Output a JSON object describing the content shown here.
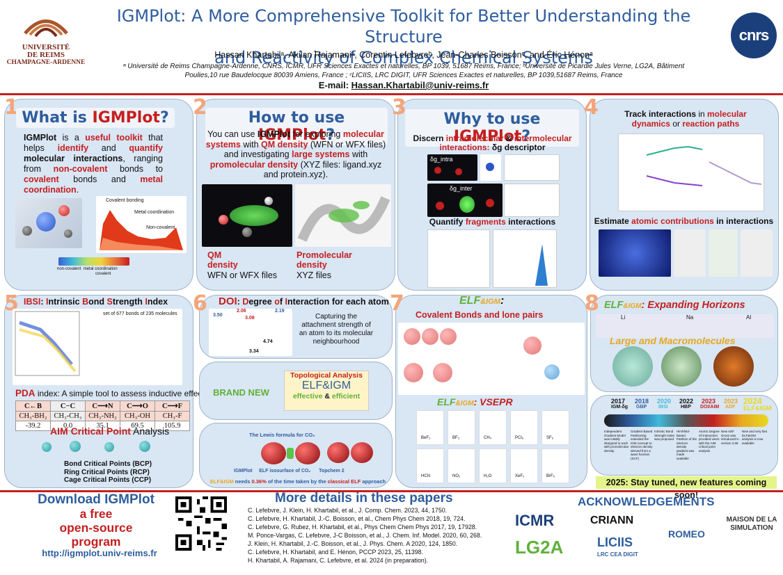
{
  "header": {
    "title_line1": "IGMPlot: A More Comprehensive Toolkit for Better Understanding the Structure",
    "title_line2": "and Reactivity of Complex Chemical Systems",
    "authors": "Hassan Khartabilᵃ, Akilan Rajamaniᵃ, Corentin Lefebvreᵇ, Jean-Charles Boissonᶜ, and Éric Hénonᵃ",
    "affil_line1": "ᵃ Université de Reims Champagne-Ardenne, CNRS, ICMR, UFR Sciences Exactes et naturelles, BP 1039, 51687 Reims, France; ᵇUniversité de Picardie Jules Verne, LG2A, Bâtiment",
    "affil_line2": "Poulies,10 rue Baudelocque 80039 Amiens, France ; ᶜLICIIS, LRC DIGIT, UFR Sciences Exactes et naturelles, BP 1039,51687 Reims, France",
    "email_label": "E-mail: ",
    "email": "Hassan.Khartabil@univ-reims.fr",
    "logo_left_line1": "UNIVERSITÉ",
    "logo_left_line2": "DE REIMS",
    "logo_left_line3": "CHAMPAGNE-ARDENNE",
    "logo_right": "cnrs"
  },
  "panel1": {
    "num": "1",
    "title_a": "What is ",
    "title_b": "IGMPlot",
    "title_c": "?",
    "t1": "IGMPlot",
    "t2": " is a ",
    "t3": "useful toolkit",
    "t4": " that helps ",
    "t5": "identify",
    "t6": " and ",
    "t7": "quantify",
    "t8": "molecular interactions",
    "t9": ", ranging from ",
    "t10": "non-covalent",
    "t11": " bonds to ",
    "t12": "covalent",
    "t13": " bonds and ",
    "t14": "metal coordination",
    "t15": ".",
    "plot_label1": "Covalent bonding",
    "plot_label2": "Metal coordination",
    "plot_label3": "Non-covalent",
    "scale_labels": [
      "non-covalent",
      "metal coordination",
      "covalent"
    ]
  },
  "panel2": {
    "num": "2",
    "title_a": "How to use ",
    "title_b": "IGMPlot",
    "title_c": "?",
    "t1": "You can use ",
    "t2": "IGMPlot",
    "t3": " for exploring ",
    "t4": "molecular systems",
    "t5": " with ",
    "t6": "QM density",
    "t7": " (WFN or WFX files) and investigating ",
    "t8": "large systems",
    "t9": " with ",
    "t10": "promolecular density",
    "t11": " (XYZ files: ligand.xyz and protein.xyz).",
    "qm_label": "QM density",
    "qm_sub": "WFN or WFX files",
    "pro_label": "Promolecular density",
    "pro_sub": "XYZ files"
  },
  "panel3": {
    "num": "3",
    "title_a": "Why to use ",
    "title_b": "IGMPlot",
    "title_c": "?",
    "t1": "Discern ",
    "t2": "intramolecular",
    "t3": " & ",
    "t4": "intermolecular interactions: ",
    "t5": "δg descriptor",
    "dg_intra": "δg_intra",
    "dg_inter": "δg_inter",
    "quantify_a": "Quantify ",
    "quantify_b": "fragments",
    "quantify_c": " interactions"
  },
  "panel4": {
    "num": "4",
    "t1": "Track interactions",
    "t2": " in ",
    "t3": "molecular dynamics",
    "t4": " or ",
    "t5": "reaction paths",
    "t6": "Estimate ",
    "t7": "atomic contributions",
    "t8": " in interactions"
  },
  "panel5": {
    "num": "5",
    "ibsi_a": "IBSI",
    "ibsi_b": ": ",
    "ibsi_c": "I",
    "ibsi_d": "ntrinsic ",
    "ibsi_e": "B",
    "ibsi_f": "ond ",
    "ibsi_g": "S",
    "ibsi_h": "trength ",
    "ibsi_i": "I",
    "ibsi_j": "ndex",
    "ibsi_note": "set of 677 bonds of 235 molecules",
    "pda_a": "PDA",
    "pda_b": " index: A simple tool to assess inductive effects",
    "pda_header": [
      "C←B",
      "C−C",
      "C⟶N",
      "C⟶O",
      "C⟶F"
    ],
    "pda_mol": [
      "CH₃-BH₂",
      "CH₃-CH₃",
      "CH₃-NH₂",
      "CH₃-OH",
      "CH₃-F"
    ],
    "pda_val": [
      "-39.2",
      "0.0",
      "35.1",
      "69.5",
      "105.9"
    ],
    "aim_a": "AIM ",
    "aim_b": "Critical Point",
    "aim_c": " Analysis",
    "bcp": "Bond Critical Points (BCP)",
    "rcp": "Ring  Critical Points (RCP)",
    "ccp": "Cage  Critical Points (CCP)"
  },
  "panel6": {
    "num": "6",
    "doi_a": "DOI",
    "doi_b": ": ",
    "doi_c": "D",
    "doi_d": "egree ",
    "doi_e": "o",
    "doi_f": "f ",
    "doi_g": "I",
    "doi_h": "nteraction for each atom",
    "doi_desc": "Capturing the attachment strength of an atom to its molecular neighbourhood",
    "doi_vals": [
      "3.50",
      "2.06",
      "3.08",
      "2.19",
      "4.74",
      "3.34"
    ],
    "brand_new": "BRAND NEW",
    "topo_title": "Topological Analysis",
    "topo_main": "ELF&IGM",
    "topo_a": "effective",
    "topo_b": " & ",
    "topo_c": "efficient",
    "lewis": "The Lewis formula for CO₂",
    "igmplot": "IGMPlot",
    "elf_iso": "ELF isosurface of CO₂",
    "topchem": "Topchem 2",
    "elf_a": "ELF",
    "elf_b": "&IGM",
    "elf_c": " needs ",
    "elf_d": "0.36%",
    "elf_e": " of the time taken by the ",
    "elf_f": "classical ELF",
    "elf_g": " approach"
  },
  "panel7": {
    "num": "7",
    "title_a": "ELF",
    "title_b": "&IGM",
    "title_c": ":",
    "sub": "Covalent Bonds and lone pairs",
    "vsepr_a": "ELF",
    "vsepr_b": "&IGM",
    "vsepr_c": ": VSEPR",
    "vsepr_row1": [
      "BeF₂",
      "BF₃",
      "CH₄",
      "PCl₅",
      "SF₆"
    ],
    "vsepr_row2": [
      "HCN",
      "NO₂",
      "H₂O",
      "XeF₂",
      "BrF₅"
    ]
  },
  "panel8": {
    "num": "8",
    "title_a": "ELF",
    "title_b": "&IGM",
    "title_c": ": Expanding Horizons",
    "sub": "Large and Macromolecules",
    "elems": [
      "Li",
      "Na",
      "Al"
    ],
    "timeline_years": [
      "2017",
      "2018",
      "2020",
      "2022",
      "2023",
      "2023",
      "2024"
    ],
    "timeline_names": [
      "IGM-δg",
      "GBP",
      "IBSI",
      "HBP",
      "DOI/AIM",
      "ADF",
      "ELF&IGM"
    ],
    "timeline_desc": [
      "Independent Gradient Model was initially designed to work with promolecular density.",
      "Gradient Based Partitioning extended the IGM concept to electron density derived from a wave function (SCF)",
      "Intrinsic Bond Strength Index was proposed",
      "Hirshfeld-Based Partition of the electron density gradient was made available",
      "Atomic Degree Of Interaction provided users with the AIM critical point analysis",
      "New ADF Gross was introduced in version 3.08",
      "New and very fast ELF&IGM analysis is now available"
    ],
    "stay": "2025: Stay tuned, new features coming soon!"
  },
  "footer": {
    "dl1": "Download IGMPlot",
    "dl2": "a free",
    "dl3": "open-source",
    "dl4": "program",
    "url": "http://igmplot.univ-reims.fr",
    "papers_title": "More details in these papers",
    "refs": [
      "C. Lefebvre, J. Klein, H. Khartabil, et al., J. Comp. Chem. 2023, 44, 1750.",
      "C. Lefebvre, H. Khartabil, J.-C. Boisson, et al., Chem Phys Chem 2018, 19, 724.",
      "C. Lefebvre, G. Rubez, H. Khartabil, et al., Phys Chem Chem Phys 2017, 19, 17928.",
      "M. Ponce-Vargas, C. Lefebvre, J-C Boisson, et al., J. Chem. Inf. Model. 2020, 60, 268.",
      "J. Klein, H. Khartabil, J.-C. Boisson, et al., J. Phys. Chem. A 2020, 124, 1850.",
      "C. Lefebvre, H. Khartabil, and E. Hénon, PCCP 2023, 25, 11398.",
      "H. Khartabil, A. Rajamani, C. Lefebvre, et al. 2024 (in preparation)."
    ],
    "ack": "ACKNOWLEDGEMENTS",
    "ack_logos": [
      "ICMR",
      "CRIANN",
      "ROMEO",
      "MAISON DE LA SIMULATION",
      "LG2A",
      "LICIIS",
      "LRC CEA DIGIT"
    ]
  }
}
